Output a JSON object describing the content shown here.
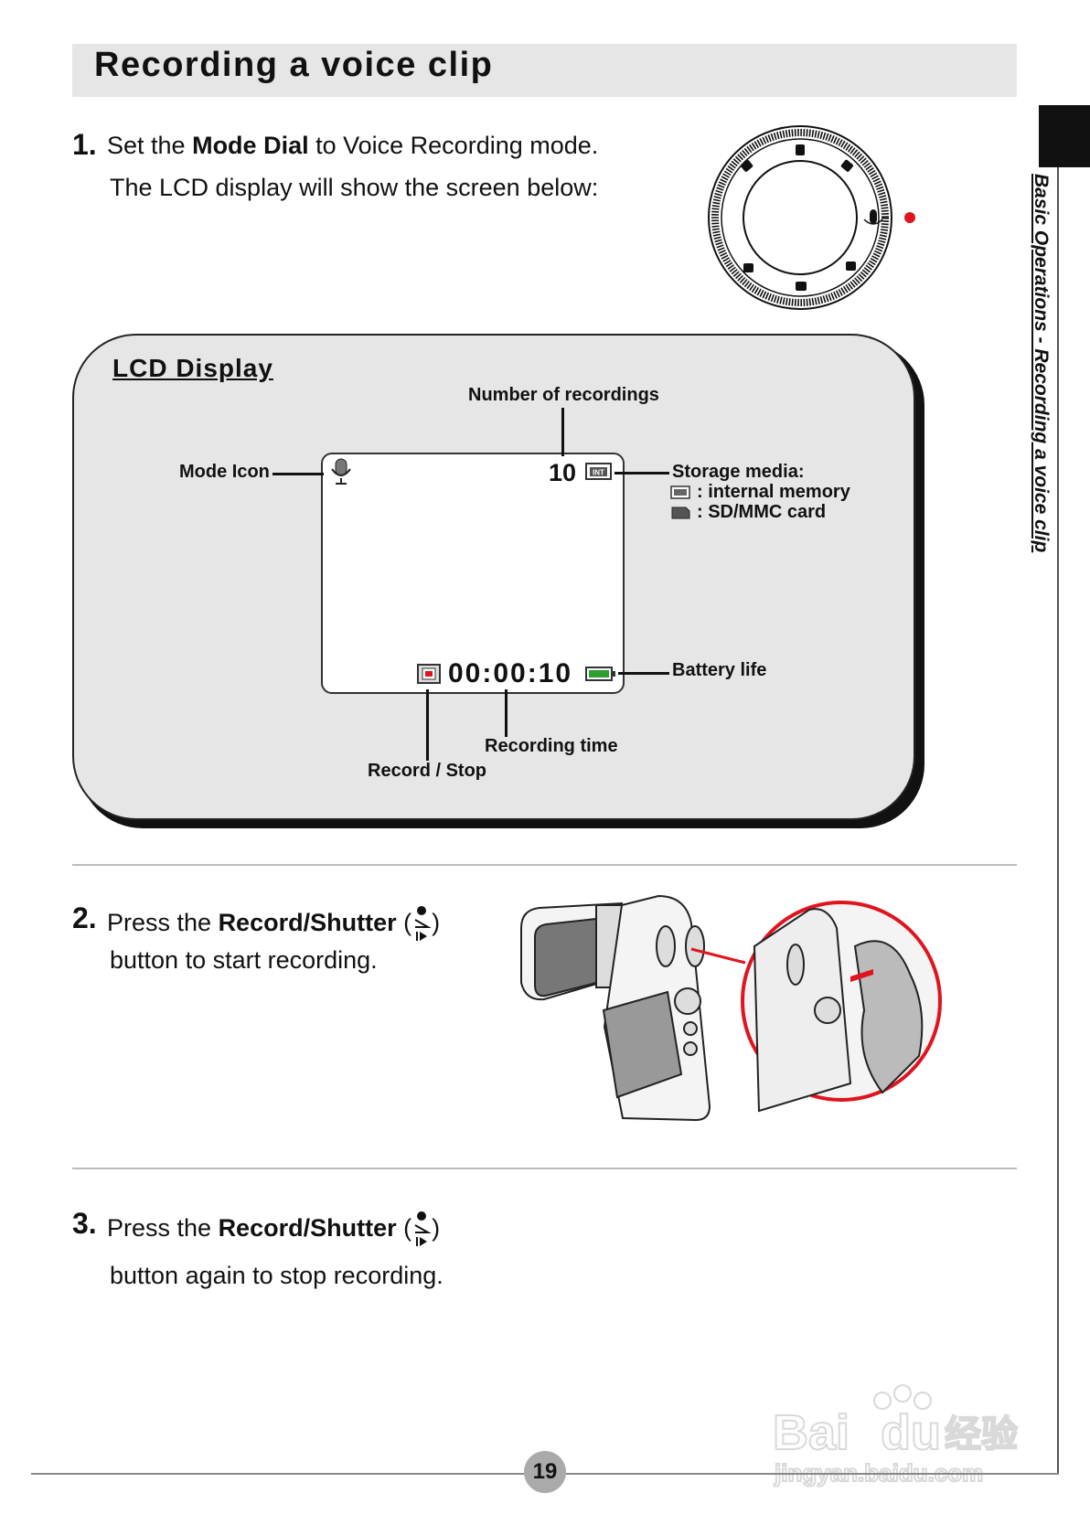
{
  "page": {
    "title": "Recording a voice clip",
    "side_tab": "Basic Operations - Recording a voice clip",
    "page_number": "19"
  },
  "step1": {
    "number": "1.",
    "line1_pre": "Set the ",
    "line1_bold": "Mode Dial",
    "line1_post": " to Voice Recording mode.",
    "line2": "The LCD display will show the screen below:"
  },
  "lcd": {
    "heading": "LCD Display",
    "labels": {
      "number_of_recordings": "Number of recordings",
      "mode_icon": "Mode Icon",
      "storage_media": "Storage media:",
      "internal_memory": ": internal memory",
      "sd_card": ": SD/MMC card",
      "battery_life": "Battery life",
      "recording_time": "Recording time",
      "record_stop": "Record / Stop"
    },
    "screen": {
      "recording_count": "10",
      "time": "00:00:10",
      "storage_icon_text": "INT"
    }
  },
  "step2": {
    "number": "2.",
    "line1_pre": "Press the ",
    "line1_bold": "Record/Shutter",
    "line1_post": " (",
    "line1_close": ")",
    "line2": "button to start recording."
  },
  "step3": {
    "number": "3.",
    "line1_pre": "Press the ",
    "line1_bold": "Record/Shutter",
    "line1_post": " (",
    "line1_close": ")",
    "line2": "button again to stop recording."
  },
  "watermark": {
    "brand": "Bai",
    "brand2": "du",
    "cn": "经验",
    "url": "jingyan.baidu.com"
  },
  "colors": {
    "accent_red": "#e0141e",
    "battery_green": "#2e9e2e",
    "panel_gray": "#e6e6e6"
  }
}
